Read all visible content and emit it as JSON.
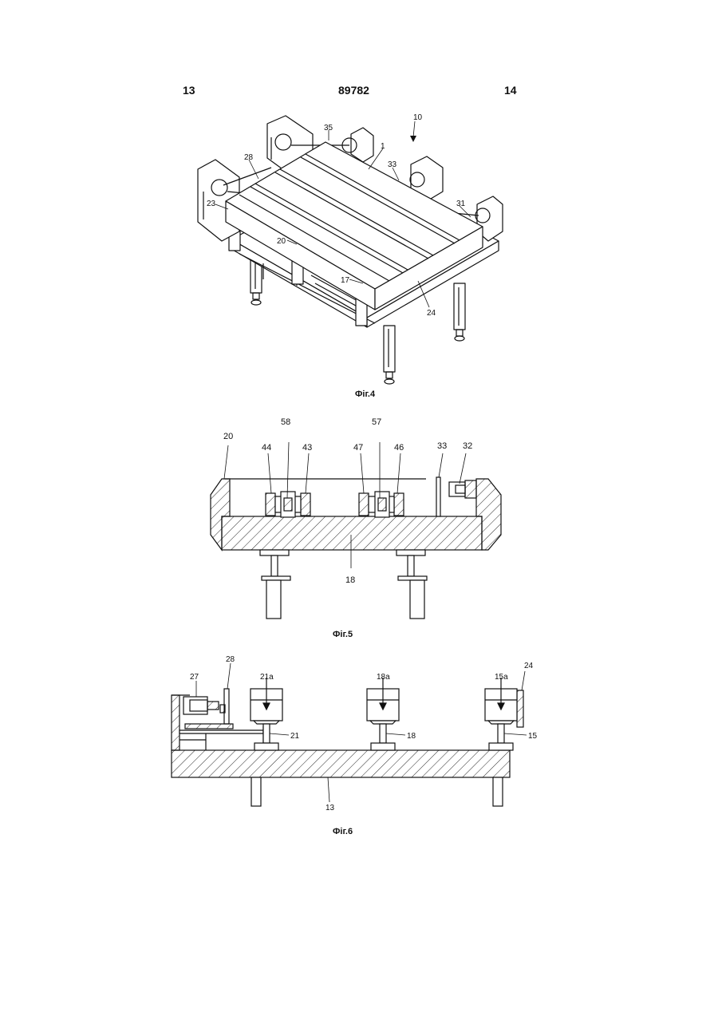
{
  "header": {
    "page_left": "13",
    "patent_number": "89782",
    "page_right": "14"
  },
  "figures": {
    "fig4": {
      "caption": "Фіг.4",
      "labels": [
        "35",
        "10",
        "1",
        "28",
        "33",
        "23",
        "31",
        "20",
        "17",
        "24"
      ]
    },
    "fig5": {
      "caption": "Фіг.5",
      "labels": [
        "58",
        "57",
        "20",
        "44",
        "43",
        "47",
        "46",
        "33",
        "32",
        "18"
      ]
    },
    "fig6": {
      "caption": "Фіг.6",
      "labels": [
        "28",
        "24",
        "27",
        "21a",
        "18a",
        "15a",
        "21",
        "18",
        "15",
        "13"
      ]
    }
  }
}
